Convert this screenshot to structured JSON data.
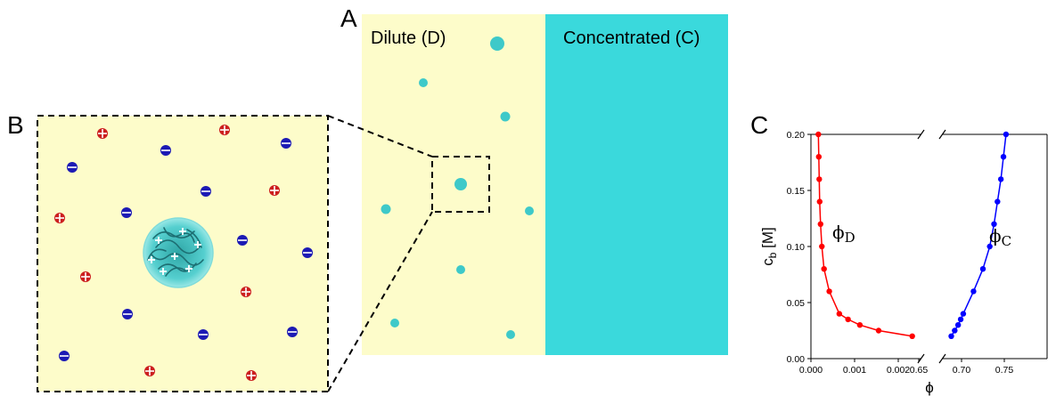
{
  "panels": {
    "a": {
      "letter": "A",
      "dilute_label": "Dilute (D)",
      "concentrated_label": "Concentrated (C)"
    },
    "b": {
      "letter": "B"
    },
    "c": {
      "letter": "C"
    }
  },
  "colors": {
    "dilute_bg": "#fdfcca",
    "concentrated_bg": "#3ad9dc",
    "droplet": "#3ec9c9",
    "anion": "#1c1ab4",
    "cation": "#cc1f1f",
    "series_d": "#ff0000",
    "series_c": "#0000ff"
  },
  "icons": [
    "anion-icon",
    "cation-icon",
    "condensate-droplet-icon"
  ],
  "chart_data": {
    "type": "line",
    "xlabel": "ϕ",
    "ylabel": "c_b [M]",
    "ylim": [
      0,
      0.2
    ],
    "broken_x_axis": true,
    "xlim_left": [
      0,
      0.0025
    ],
    "xlim_right": [
      0.65,
      0.76
    ],
    "xticks_left": [
      "0.000",
      "0.001",
      "0.002"
    ],
    "xticks_right": [
      "0.65",
      "0.70",
      "0.75"
    ],
    "yticks": [
      "0.00",
      "0.05",
      "0.10",
      "0.15",
      "0.20"
    ],
    "grid": false,
    "series": [
      {
        "name": "ϕ_D",
        "color": "#ff0000",
        "x": [
          0.00232,
          0.00155,
          0.00112,
          0.00085,
          0.00065,
          0.00042,
          0.0003,
          0.00025,
          0.00022,
          0.0002,
          0.00019,
          0.00018,
          0.00017
        ],
        "y": [
          0.02,
          0.025,
          0.03,
          0.035,
          0.04,
          0.06,
          0.08,
          0.1,
          0.12,
          0.14,
          0.16,
          0.18,
          0.2
        ]
      },
      {
        "name": "ϕ_C",
        "color": "#0000ff",
        "x": [
          0.688,
          0.692,
          0.696,
          0.699,
          0.702,
          0.714,
          0.725,
          0.733,
          0.738,
          0.742,
          0.746,
          0.749,
          0.752
        ],
        "y": [
          0.02,
          0.025,
          0.03,
          0.035,
          0.04,
          0.06,
          0.08,
          0.1,
          0.12,
          0.14,
          0.16,
          0.18,
          0.2
        ]
      }
    ]
  }
}
